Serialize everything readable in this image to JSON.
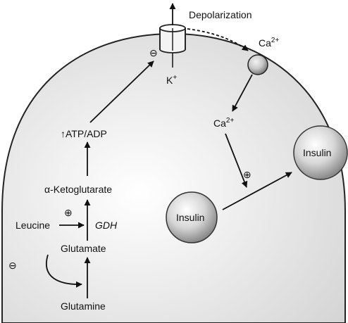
{
  "diagram": {
    "labels": {
      "depolarization": "Depolarization",
      "ca_top": "Ca",
      "ca_top_sup": "2+",
      "ca_mid": "Ca",
      "ca_mid_sup": "2+",
      "k": "K",
      "k_sup": "+",
      "atp_adp": "↑ATP/ADP",
      "ketoglutarate": "α-Ketoglutarate",
      "leucine": "Leucine",
      "gdh": "GDH",
      "glutamate": "Glutamate",
      "glutamine": "Glutamine",
      "insulin_small": "Insulin",
      "insulin_large": "Insulin"
    },
    "symbols": {
      "minus": "⊖",
      "plus": "⊕"
    }
  }
}
